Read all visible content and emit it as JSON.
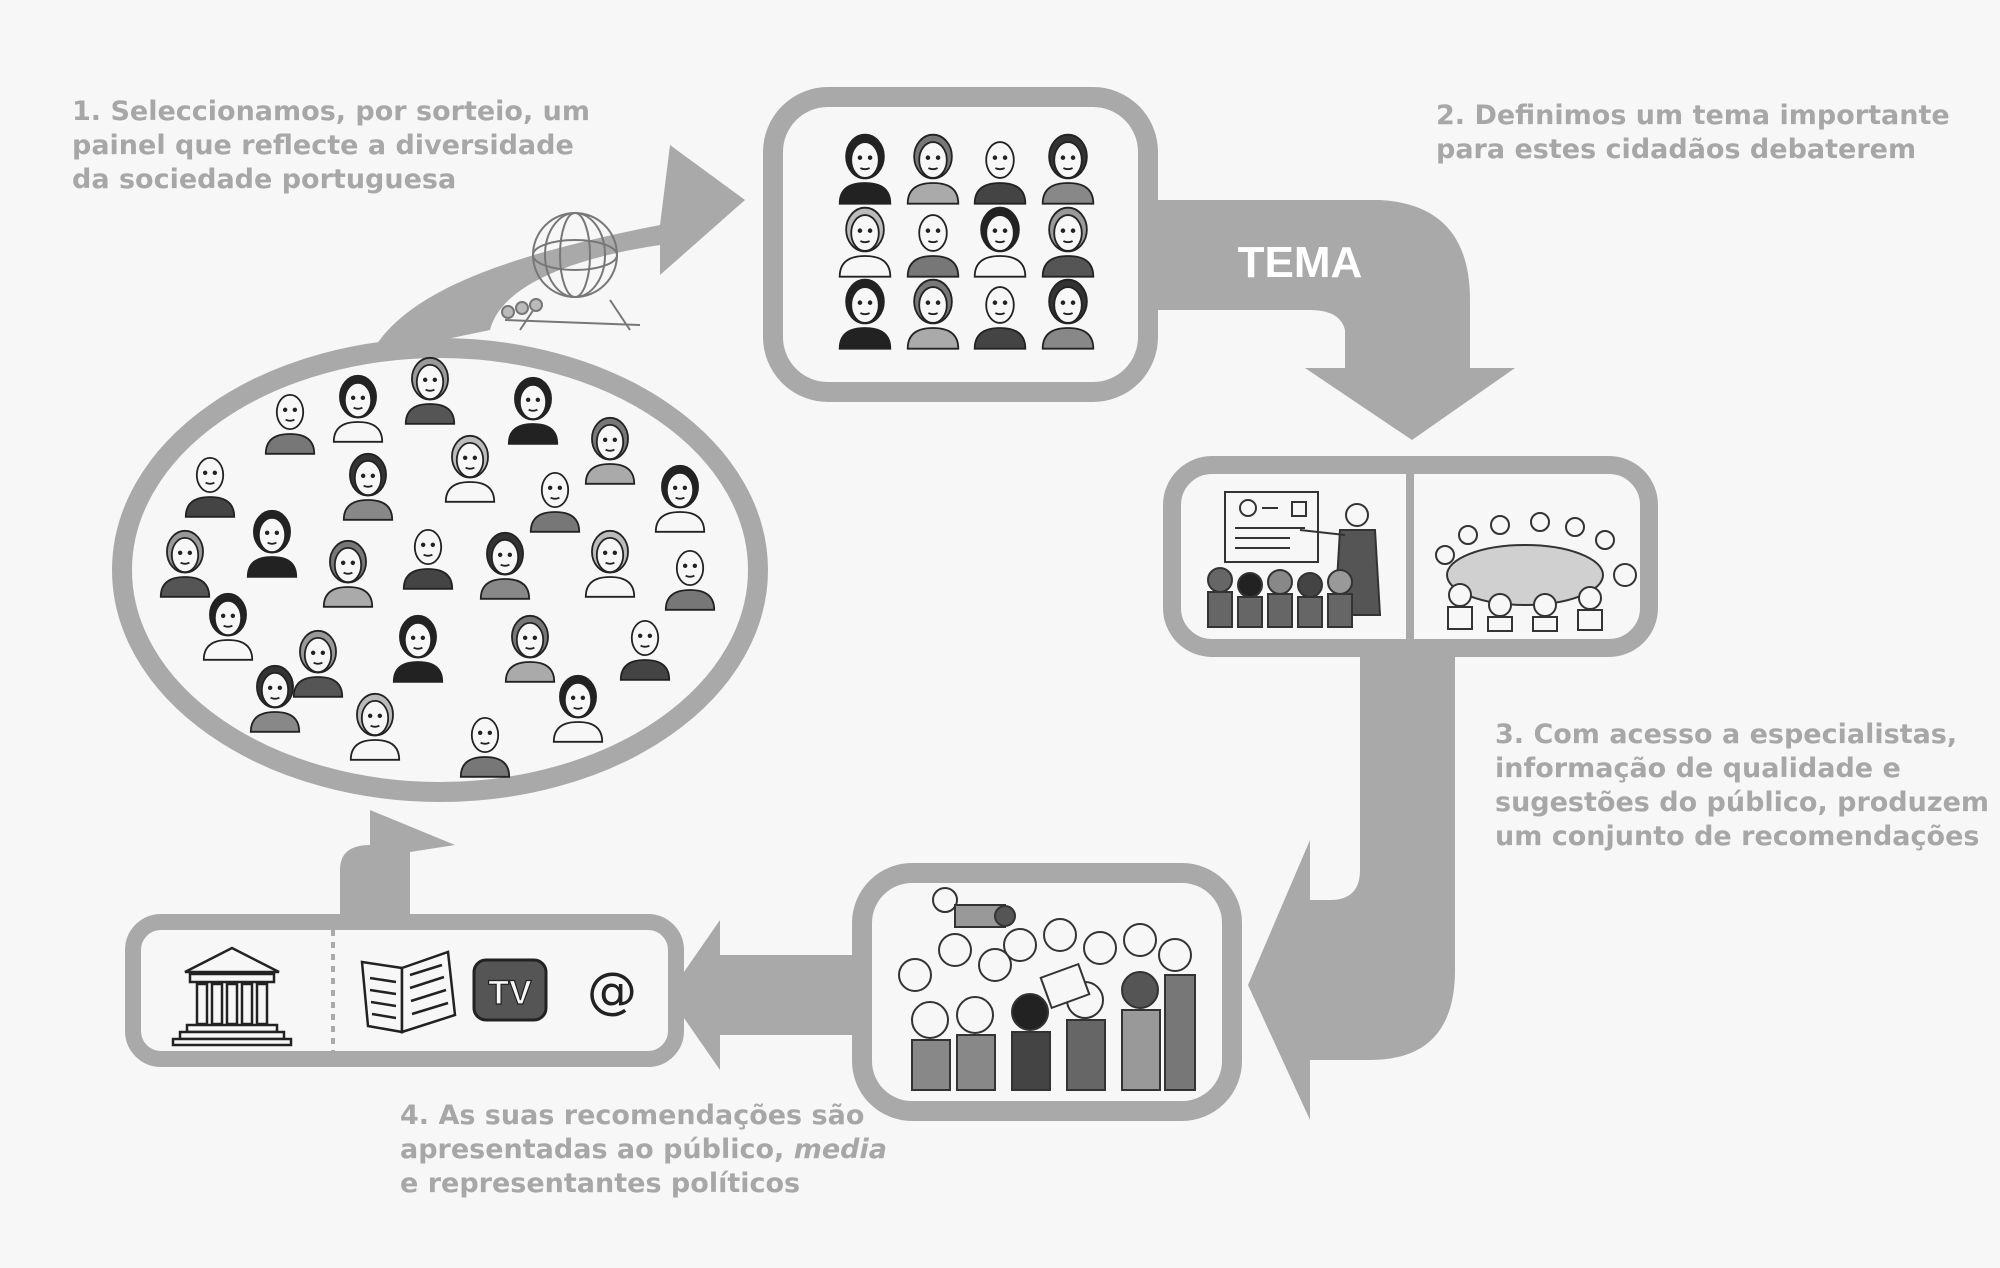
{
  "steps": {
    "step1": [
      "1. Seleccionamos, por sorteio, um",
      "painel que reflecte a diversidade",
      "da sociedade portuguesa"
    ],
    "step2": [
      "2. Definimos um tema importante",
      "para estes cidadãos debaterem"
    ],
    "step3": [
      "3. Com acesso a especialistas,",
      "informação de qualidade e",
      "sugestões do público, produzem",
      "um conjunto de recomendações"
    ],
    "step4": {
      "line1": "4. As suas recomendações são",
      "line2_start": "apresentadas ao público, ",
      "line2_italic": "media",
      "line3": "e representantes políticos"
    }
  },
  "tema_label": "TEMA",
  "media_labels": {
    "tv": "TV",
    "web": "@"
  },
  "colors": {
    "arrow": "#a9a9a9",
    "frame": "#a9a9a9",
    "text": "#a7a7a7",
    "background": "#f7f7f7",
    "ink": "#222222"
  }
}
